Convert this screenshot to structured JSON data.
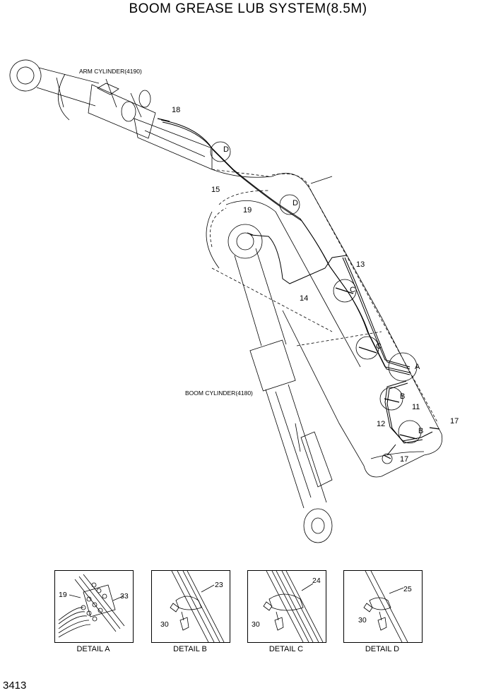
{
  "title": "BOOM GREASE LUB SYSTEM(8.5M)",
  "page_number": "3413",
  "captions": {
    "arm_cylinder": "ARM CYLINDER(4190)",
    "boom_cylinder": "BOOM CYLINDER(4180)"
  },
  "callouts": {
    "c18": "18",
    "c15": "15",
    "c19": "19",
    "c14": "14",
    "c13": "13",
    "c11": "11",
    "c12": "12",
    "c17a": "17",
    "c17b": "17",
    "dD1": "D",
    "dD2": "D",
    "dC1": "C",
    "dC2": "C",
    "dA": "A",
    "dB1": "B",
    "dB2": "B"
  },
  "details": [
    {
      "caption": "DETAIL A",
      "labels": [
        "19",
        "33"
      ]
    },
    {
      "caption": "DETAIL B",
      "labels": [
        "23",
        "30"
      ]
    },
    {
      "caption": "DETAIL C",
      "labels": [
        "24",
        "30"
      ]
    },
    {
      "caption": "DETAIL D",
      "labels": [
        "25",
        "30"
      ]
    }
  ]
}
